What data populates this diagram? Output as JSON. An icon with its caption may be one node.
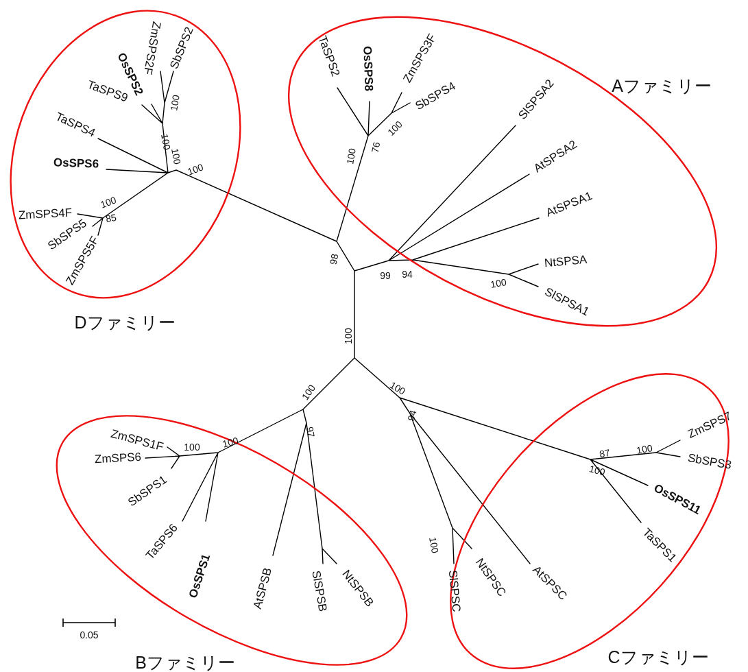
{
  "diagram": {
    "nodes": [
      {
        "text": [
          "Dファミリー"
        ]
      },
      {
        "text": [
          "Aファミリー"
        ]
      },
      {
        "text": [
          "Bファミリー"
        ]
      },
      {
        "text": [
          "Cファミリー"
        ]
      }
    ],
    "labels": [
      "ZmSPS2F",
      "SbSPS2",
      "OsSPS2",
      "TaSPS9",
      "TaSPS4",
      "OsSPS6",
      "ZmSPS4F",
      "SbSPS5",
      "ZmSPS5F",
      "TaSPS2",
      "OsSPS8",
      "ZmSPS3F",
      "SbSPS4",
      "SlSPSA2",
      "AtSPSA2",
      "AtSPSA1",
      "NtSPSA",
      "SlSPSA1",
      "ZmSPS1F",
      "ZmSPS6",
      "SbSPS1",
      "TaSPS6",
      "OsSPS1",
      "AtSPSB",
      "SlSPSB",
      "NtSPSB",
      "ZmSPS7",
      "SbSPS3",
      "OsSPS11",
      "TaSPS1",
      "SlSPSC",
      "NtSPSC",
      "AtSPSC",
      "100",
      "100",
      "100",
      "100",
      "100",
      "85",
      "100",
      "76",
      "100",
      "98",
      "99",
      "94",
      "100",
      "100",
      "100",
      "100",
      "100",
      "97",
      "100",
      "94",
      "100",
      "87",
      "100",
      "100",
      "0.05"
    ]
  }
}
